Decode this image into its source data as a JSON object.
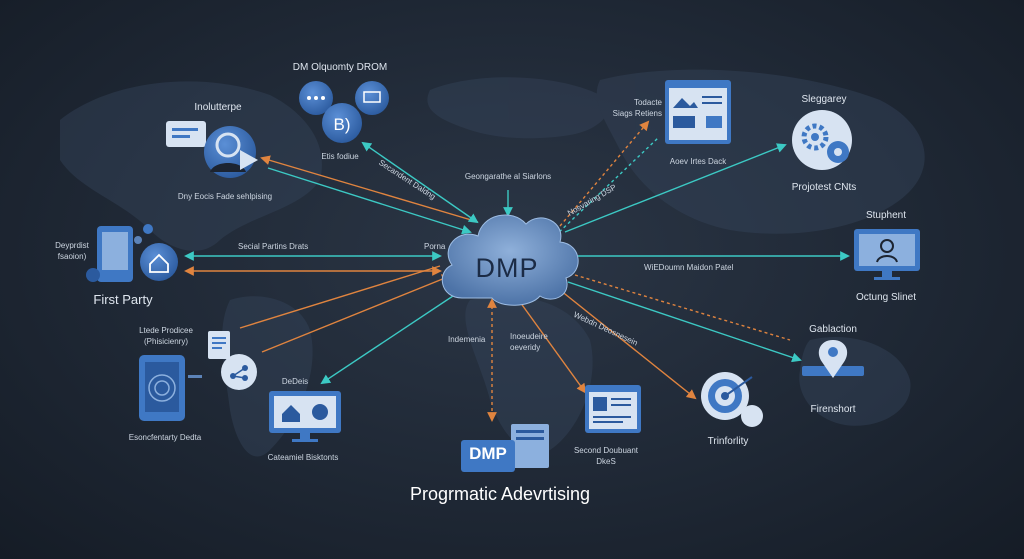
{
  "hub": {
    "label": "DMP"
  },
  "title": "Progrmatic Adevrtising",
  "badge": {
    "label": "DMP"
  },
  "nodes": {
    "top_center_heading": "DM Olquomty DROM",
    "top_center_sub": "Etis fodiue",
    "top_left_heading": "Inolutterpe",
    "top_left_sub": "Dny Eocis Fade sehlpising",
    "left_heading_line1": "Deyprdist",
    "left_heading_line2": "fsaoion)",
    "left_main": "First Party",
    "mid_left_line1": "Ltede Prodicee",
    "mid_left_line2": "(Phisicienry)",
    "bottom_left": "Esoncfentarty Dedta",
    "bottom_mid_top": "DeDeis",
    "bottom_mid": "Cateamiel Bisktonts",
    "center_top": "Geongarathe al Siarlons",
    "top_right_line1": "Todacte",
    "top_right_line2": "Siags Retiens",
    "top_right_sub": "Aoev Irtes Dack",
    "far_right_heading": "Sleggarey",
    "far_right_sub": "Projotest CNts",
    "right_heading": "Stuphent",
    "right_sub": "Octung Slinet",
    "right_mid_heading": "Gablaction",
    "right_mid_sub": "Firenshort",
    "bottom_right": "Trinforlity",
    "bottom_center_line1": "Second Doubuant",
    "bottom_center_line2": "DkeS"
  },
  "connectors": {
    "secondent": "Secandent Daldng",
    "secial": "Secial Partins Drats",
    "porna": "Porna",
    "nosvaring": "Nosvaring DSP",
    "webdeum": "WiEDoumn Maidon Patel",
    "indemenia": "Indemenia",
    "inoeudeire_1": "Inoeudeire",
    "inoeudeire_2": "oeveridy",
    "webdeun": "Webdn Deosnesein"
  },
  "colors": {
    "background": "#1c2431",
    "cloud": "#5c83b8",
    "accent_blue": "#3f78c4",
    "arrow_teal": "#3cc9c4",
    "arrow_orange": "#e0843f",
    "text": "#dfe6ef"
  },
  "icons": [
    "chat-bubble-icon",
    "person-icon",
    "play-icon",
    "ellipsis-bubble-icon",
    "screen-icon",
    "b-bubble-icon",
    "tablet-icon",
    "home-icon",
    "document-icon",
    "fingerprint-icon",
    "network-icon",
    "browser-image-icon",
    "gear-icon",
    "monitor-person-icon",
    "location-pin-icon",
    "target-icon",
    "profile-document-icon",
    "database-icon"
  ]
}
